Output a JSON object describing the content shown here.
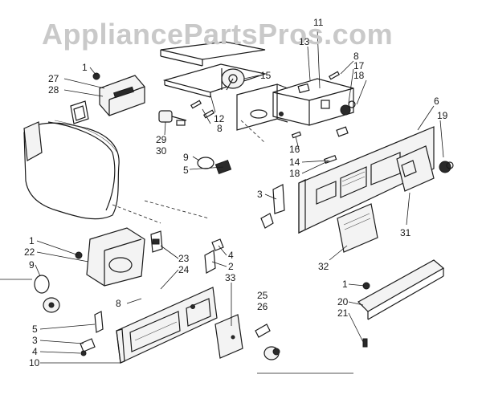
{
  "watermark": "AppliancePartsPros.com",
  "callouts": [
    {
      "id": "c1a",
      "text": "1"
    },
    {
      "id": "c27",
      "text": "27"
    },
    {
      "id": "c28",
      "text": "28"
    },
    {
      "id": "c11",
      "text": "11"
    },
    {
      "id": "c13",
      "text": "13"
    },
    {
      "id": "c15",
      "text": "15"
    },
    {
      "id": "c12",
      "text": "12"
    },
    {
      "id": "c8a",
      "text": "8"
    },
    {
      "id": "c8b",
      "text": "8"
    },
    {
      "id": "c17",
      "text": "17"
    },
    {
      "id": "c18a",
      "text": "18"
    },
    {
      "id": "c6",
      "text": "6"
    },
    {
      "id": "c19",
      "text": "19"
    },
    {
      "id": "c29",
      "text": "29"
    },
    {
      "id": "c30",
      "text": "30"
    },
    {
      "id": "c9a",
      "text": "9"
    },
    {
      "id": "c5a",
      "text": "5"
    },
    {
      "id": "c16",
      "text": "16"
    },
    {
      "id": "c14",
      "text": "14"
    },
    {
      "id": "c18b",
      "text": "18"
    },
    {
      "id": "c3a",
      "text": "3"
    },
    {
      "id": "c31",
      "text": "31"
    },
    {
      "id": "c1b",
      "text": "1"
    },
    {
      "id": "c22",
      "text": "22"
    },
    {
      "id": "c9b",
      "text": "9"
    },
    {
      "id": "c23",
      "text": "23"
    },
    {
      "id": "c24",
      "text": "24"
    },
    {
      "id": "c4a",
      "text": "4"
    },
    {
      "id": "c2",
      "text": "2"
    },
    {
      "id": "c8c",
      "text": "8"
    },
    {
      "id": "c33",
      "text": "33"
    },
    {
      "id": "c32",
      "text": "32"
    },
    {
      "id": "c25",
      "text": "25"
    },
    {
      "id": "c26",
      "text": "26"
    },
    {
      "id": "c1c",
      "text": "1"
    },
    {
      "id": "c20",
      "text": "20"
    },
    {
      "id": "c21",
      "text": "21"
    },
    {
      "id": "c5b",
      "text": "5"
    },
    {
      "id": "c3b",
      "text": "3"
    },
    {
      "id": "c4b",
      "text": "4"
    },
    {
      "id": "c10",
      "text": "10"
    }
  ]
}
